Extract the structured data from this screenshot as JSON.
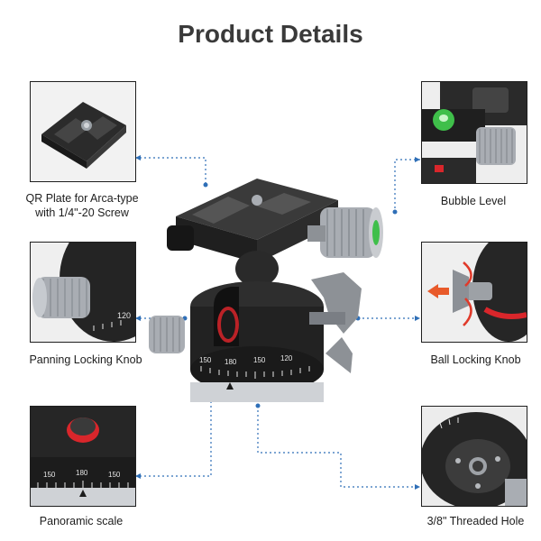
{
  "title": "Product Details",
  "callouts": {
    "qr_plate": "QR Plate for Arca-type",
    "qr_plate_line2": "with 1/4\"-20 Screw",
    "bubble_level": "Bubble Level",
    "panning_knob": "Panning Locking Knob",
    "ball_knob": "Ball Locking Knob",
    "panoramic_scale": "Panoramic scale",
    "threaded_hole": "3/8\" Threaded Hole"
  },
  "scale_ticks": {
    "a": "120",
    "b": "150",
    "c": "180",
    "d": "150",
    "e": "120"
  },
  "colors": {
    "leader_line": "#2f6fb7",
    "metal_dark": "#2a2a2a",
    "metal_silver": "#a9adb3",
    "accent_red": "#d9262b",
    "bubble_green": "#3fbf4a"
  }
}
